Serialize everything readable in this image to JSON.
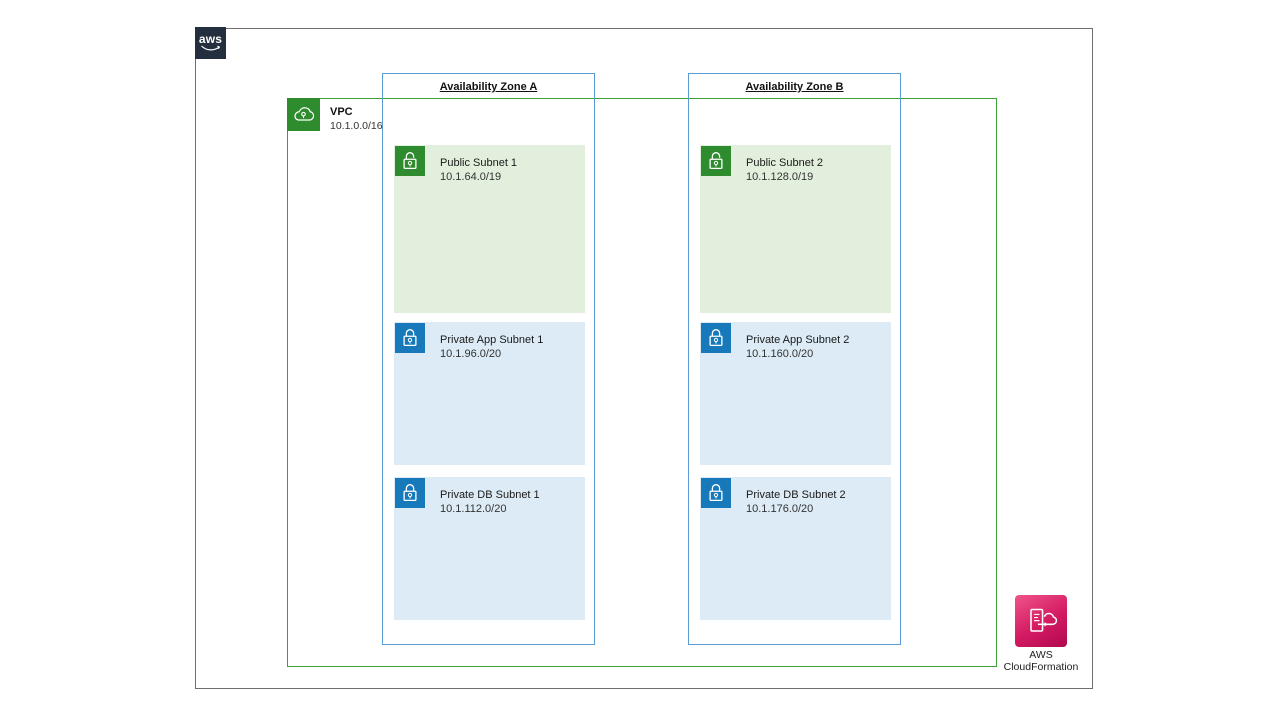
{
  "logo": {
    "text": "aws"
  },
  "vpc": {
    "label": "VPC",
    "cidr": "10.1.0.0/16"
  },
  "zones": [
    {
      "label": "Availability Zone A",
      "subnets": [
        {
          "type": "public",
          "label": "Public Subnet 1",
          "cidr": "10.1.64.0/19"
        },
        {
          "type": "private",
          "label": "Private App Subnet 1",
          "cidr": "10.1.96.0/20"
        },
        {
          "type": "private",
          "label": "Private DB Subnet 1",
          "cidr": "10.1.112.0/20"
        }
      ]
    },
    {
      "label": "Availability Zone B",
      "subnets": [
        {
          "type": "public",
          "label": "Public Subnet 2",
          "cidr": "10.1.128.0/19"
        },
        {
          "type": "private",
          "label": "Private App Subnet 2",
          "cidr": "10.1.160.0/20"
        },
        {
          "type": "private",
          "label": "Private DB Subnet 2",
          "cidr": "10.1.176.0/20"
        }
      ]
    }
  ],
  "cloudformation": {
    "line1": "AWS",
    "line2": "CloudFormation"
  },
  "colors": {
    "outer_border": "#6e6e6e",
    "aws_logo_navy": "#232f3e",
    "vpc_border_green": "#3aa13a",
    "public_icon_green": "#2e8b2e",
    "private_icon_blue": "#1879ba",
    "az_border_blue": "#5b9bd5",
    "public_subnet_fill": "#e2efdc",
    "private_subnet_fill": "#dcebf5",
    "cloudformation_pink": "#d31a63"
  }
}
